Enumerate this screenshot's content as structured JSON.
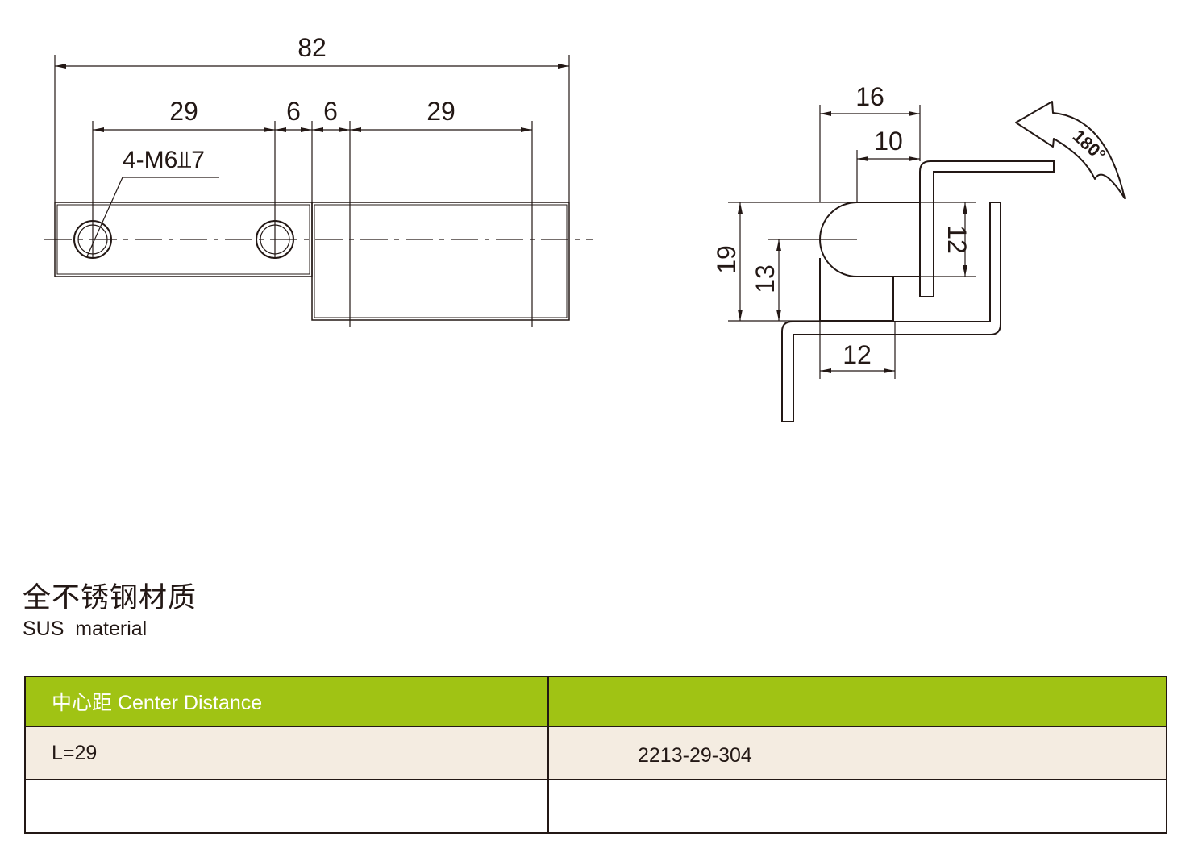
{
  "front_view": {
    "dim_total": "82",
    "dim_left": "29",
    "dim_gap_left": "6",
    "dim_gap_right": "6",
    "dim_right": "29",
    "hole_callout": "4-M6⫫7"
  },
  "side_view": {
    "dim_top_outer": "16",
    "dim_top_inner": "10",
    "dim_right": "12",
    "dim_left_outer": "19",
    "dim_left_inner": "13",
    "dim_bottom": "12",
    "rotation": "180°"
  },
  "material": {
    "cn": "全不锈钢材质",
    "en": "SUS  material"
  },
  "table": {
    "header": [
      "中心距 Center Distance",
      ""
    ],
    "rows": [
      [
        "L=29",
        "2213-29-304"
      ],
      [
        "",
        ""
      ]
    ]
  },
  "colors": {
    "line": "#231815",
    "header_bg": "#a0c314",
    "row_bg": "#f4ece1"
  }
}
